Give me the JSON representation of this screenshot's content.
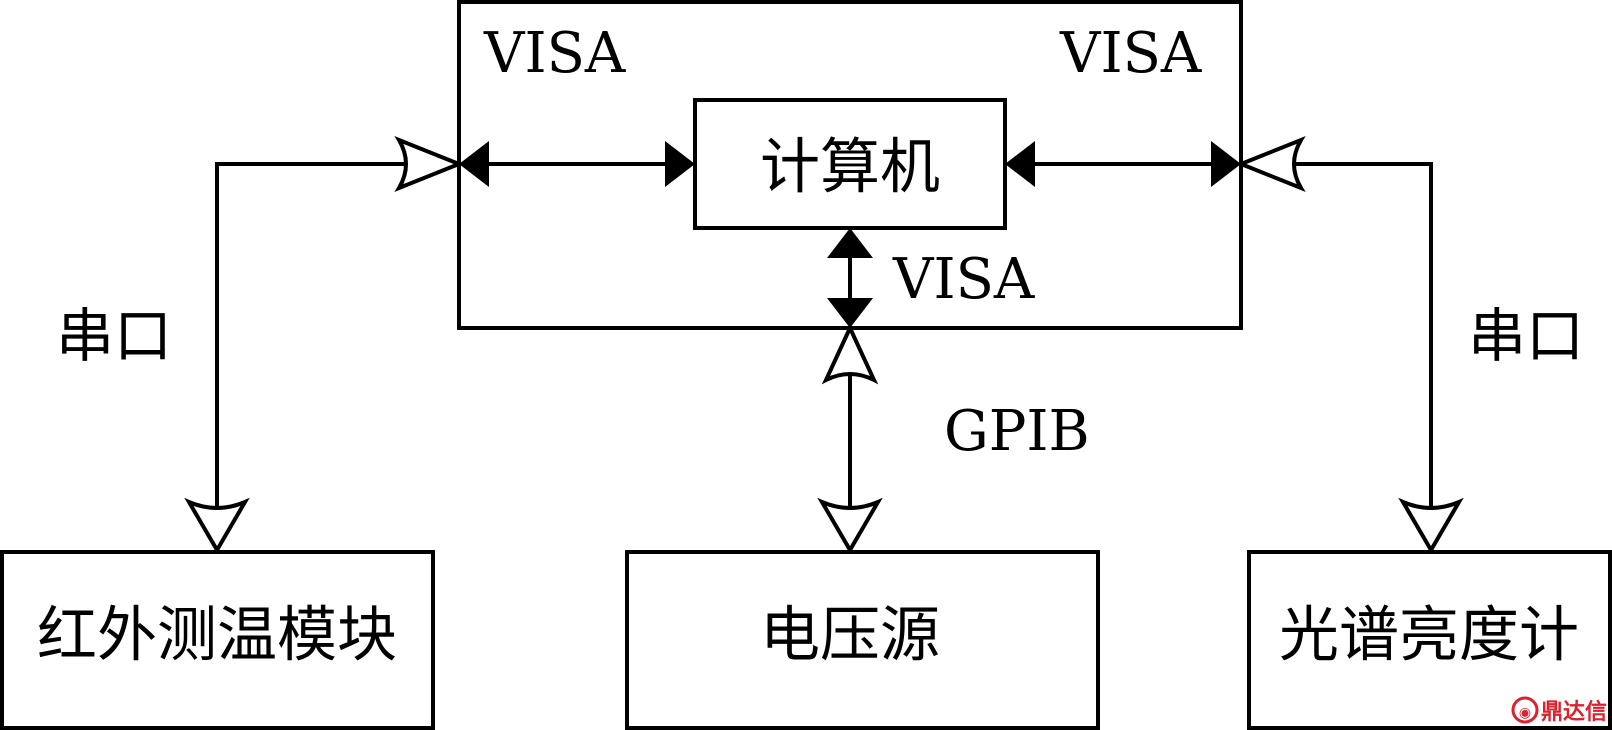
{
  "diagram": {
    "computer_label": "计算机",
    "visa_left_label": "VISA",
    "visa_right_label": "VISA",
    "visa_bottom_label": "VISA",
    "gpib_label": "GPIB",
    "serial_left_label": "串口",
    "serial_right_label": "串口",
    "ir_module_label": "红外测温模块",
    "voltage_source_label": "电压源",
    "luminance_meter_label": "光谱亮度计"
  },
  "watermark": {
    "text": "鼎达信",
    "color": "#d9232e"
  }
}
